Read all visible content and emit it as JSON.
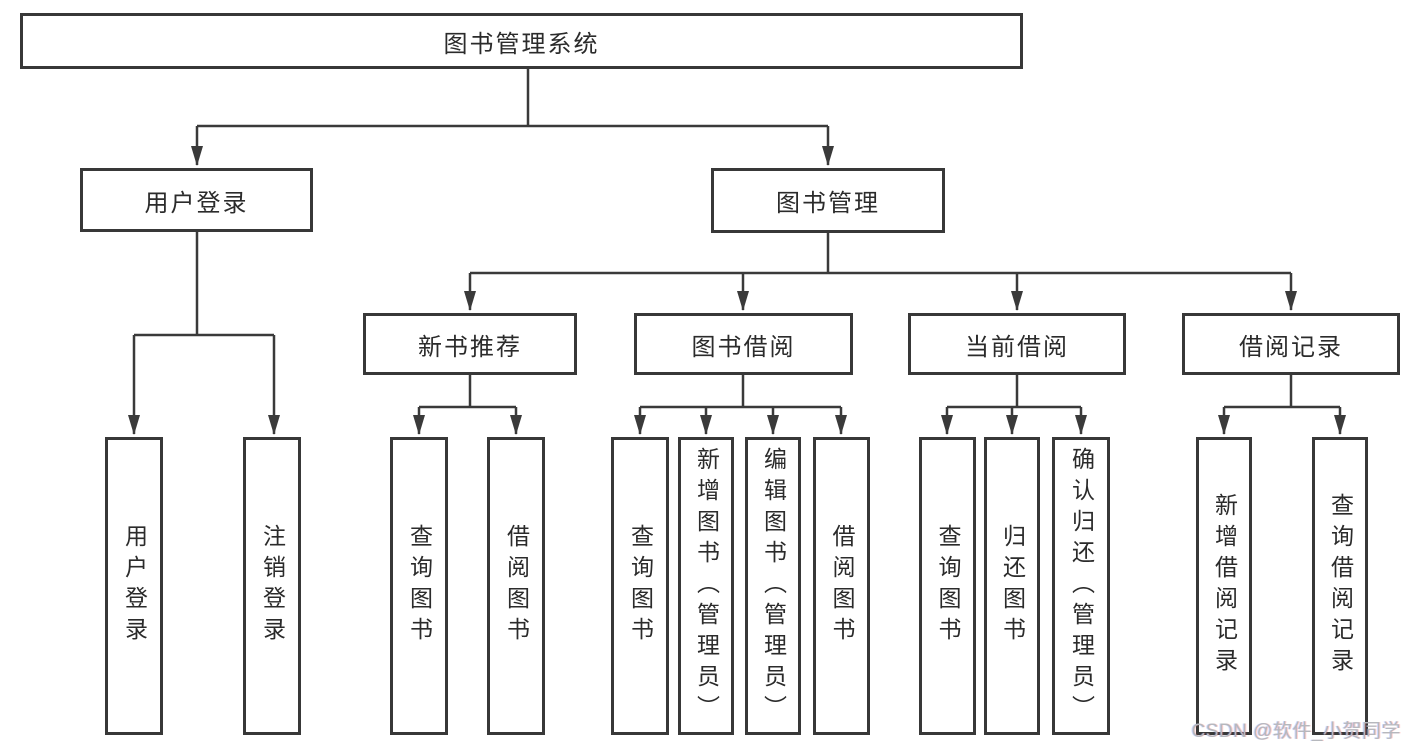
{
  "diagram": {
    "root": {
      "label": "图书管理系统"
    },
    "level1": [
      {
        "label": "用户登录"
      },
      {
        "label": "图书管理"
      }
    ],
    "level2": [
      {
        "label": "新书推荐"
      },
      {
        "label": "图书借阅"
      },
      {
        "label": "当前借阅"
      },
      {
        "label": "借阅记录"
      }
    ],
    "leaves": {
      "user_login": [
        {
          "label": "用户登录"
        },
        {
          "label": "注销登录"
        }
      ],
      "new_book_recommend": [
        {
          "label": "查询图书"
        },
        {
          "label": "借阅图书"
        }
      ],
      "book_borrowing": [
        {
          "label": "查询图书"
        },
        {
          "label": "新增图书（管理员）"
        },
        {
          "label": "编辑图书（管理员）"
        },
        {
          "label": "借阅图书"
        }
      ],
      "current_borrowing": [
        {
          "label": "查询图书"
        },
        {
          "label": "归还图书"
        },
        {
          "label": "确认归还（管理员）"
        }
      ],
      "borrowing_records": [
        {
          "label": "新增借阅记录"
        },
        {
          "label": "查询借阅记录"
        }
      ]
    },
    "watermark": "CSDN @软件_小贺同学",
    "colors": {
      "line": "#3a3a3a",
      "border": "#383838",
      "text": "#2b2b2b",
      "watermark": "#b6b8bd",
      "background": "#ffffff"
    }
  }
}
